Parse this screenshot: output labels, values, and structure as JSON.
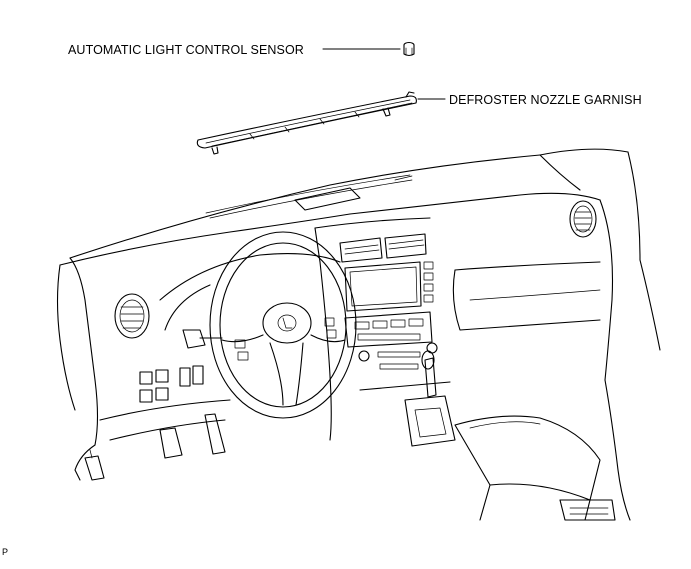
{
  "callouts": {
    "sensor": "AUTOMATIC LIGHT CONTROL SENSOR",
    "garnish": "DEFROSTER NOZZLE GARNISH"
  },
  "figure_code": "P"
}
